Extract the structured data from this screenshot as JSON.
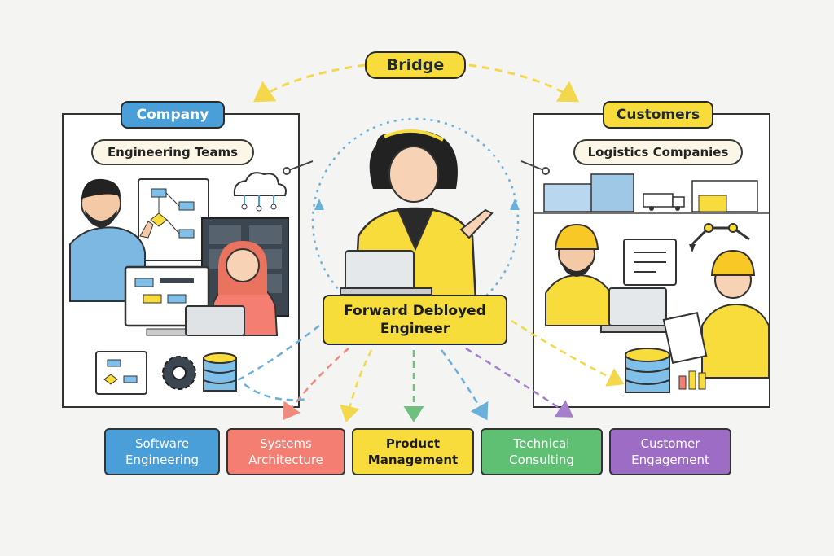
{
  "bridge_label": "Bridge",
  "company": {
    "title": "Company",
    "subtitle": "Engineering Teams"
  },
  "customers": {
    "title": "Customers",
    "subtitle": "Logistics Companies"
  },
  "center": {
    "line1": "Forward Debloyed",
    "line2": "Engineer"
  },
  "skills": [
    {
      "line1": "Software",
      "line2": "Engineering",
      "bg": "#4a9fd8",
      "fg": "#ffffff"
    },
    {
      "line1": "Systems",
      "line2": "Architecture",
      "bg": "#f47e72",
      "fg": "#ffffff"
    },
    {
      "line1": "Product",
      "line2": "Management",
      "bg": "#f8dc3c",
      "fg": "#1c1c1c"
    },
    {
      "line1": "Technical",
      "line2": "Consulting",
      "bg": "#5fbf73",
      "fg": "#ffffff"
    },
    {
      "line1": "Customer",
      "line2": "Engagement",
      "bg": "#9d6cc4",
      "fg": "#ffffff"
    }
  ],
  "colors": {
    "company_blue": "#4a9fd8",
    "accent_yellow": "#f8dc3c",
    "arrow_blue": "#6ab0dd",
    "arrow_yellow": "#f2d84a"
  },
  "icons": [
    "cloud-icon",
    "gear-icon",
    "database-icon",
    "flowchart-icon",
    "laptop-icon",
    "server-rack-icon",
    "bar-chart-icon",
    "document-icon",
    "robot-arm-icon",
    "truck-icon",
    "warehouse-icon"
  ]
}
